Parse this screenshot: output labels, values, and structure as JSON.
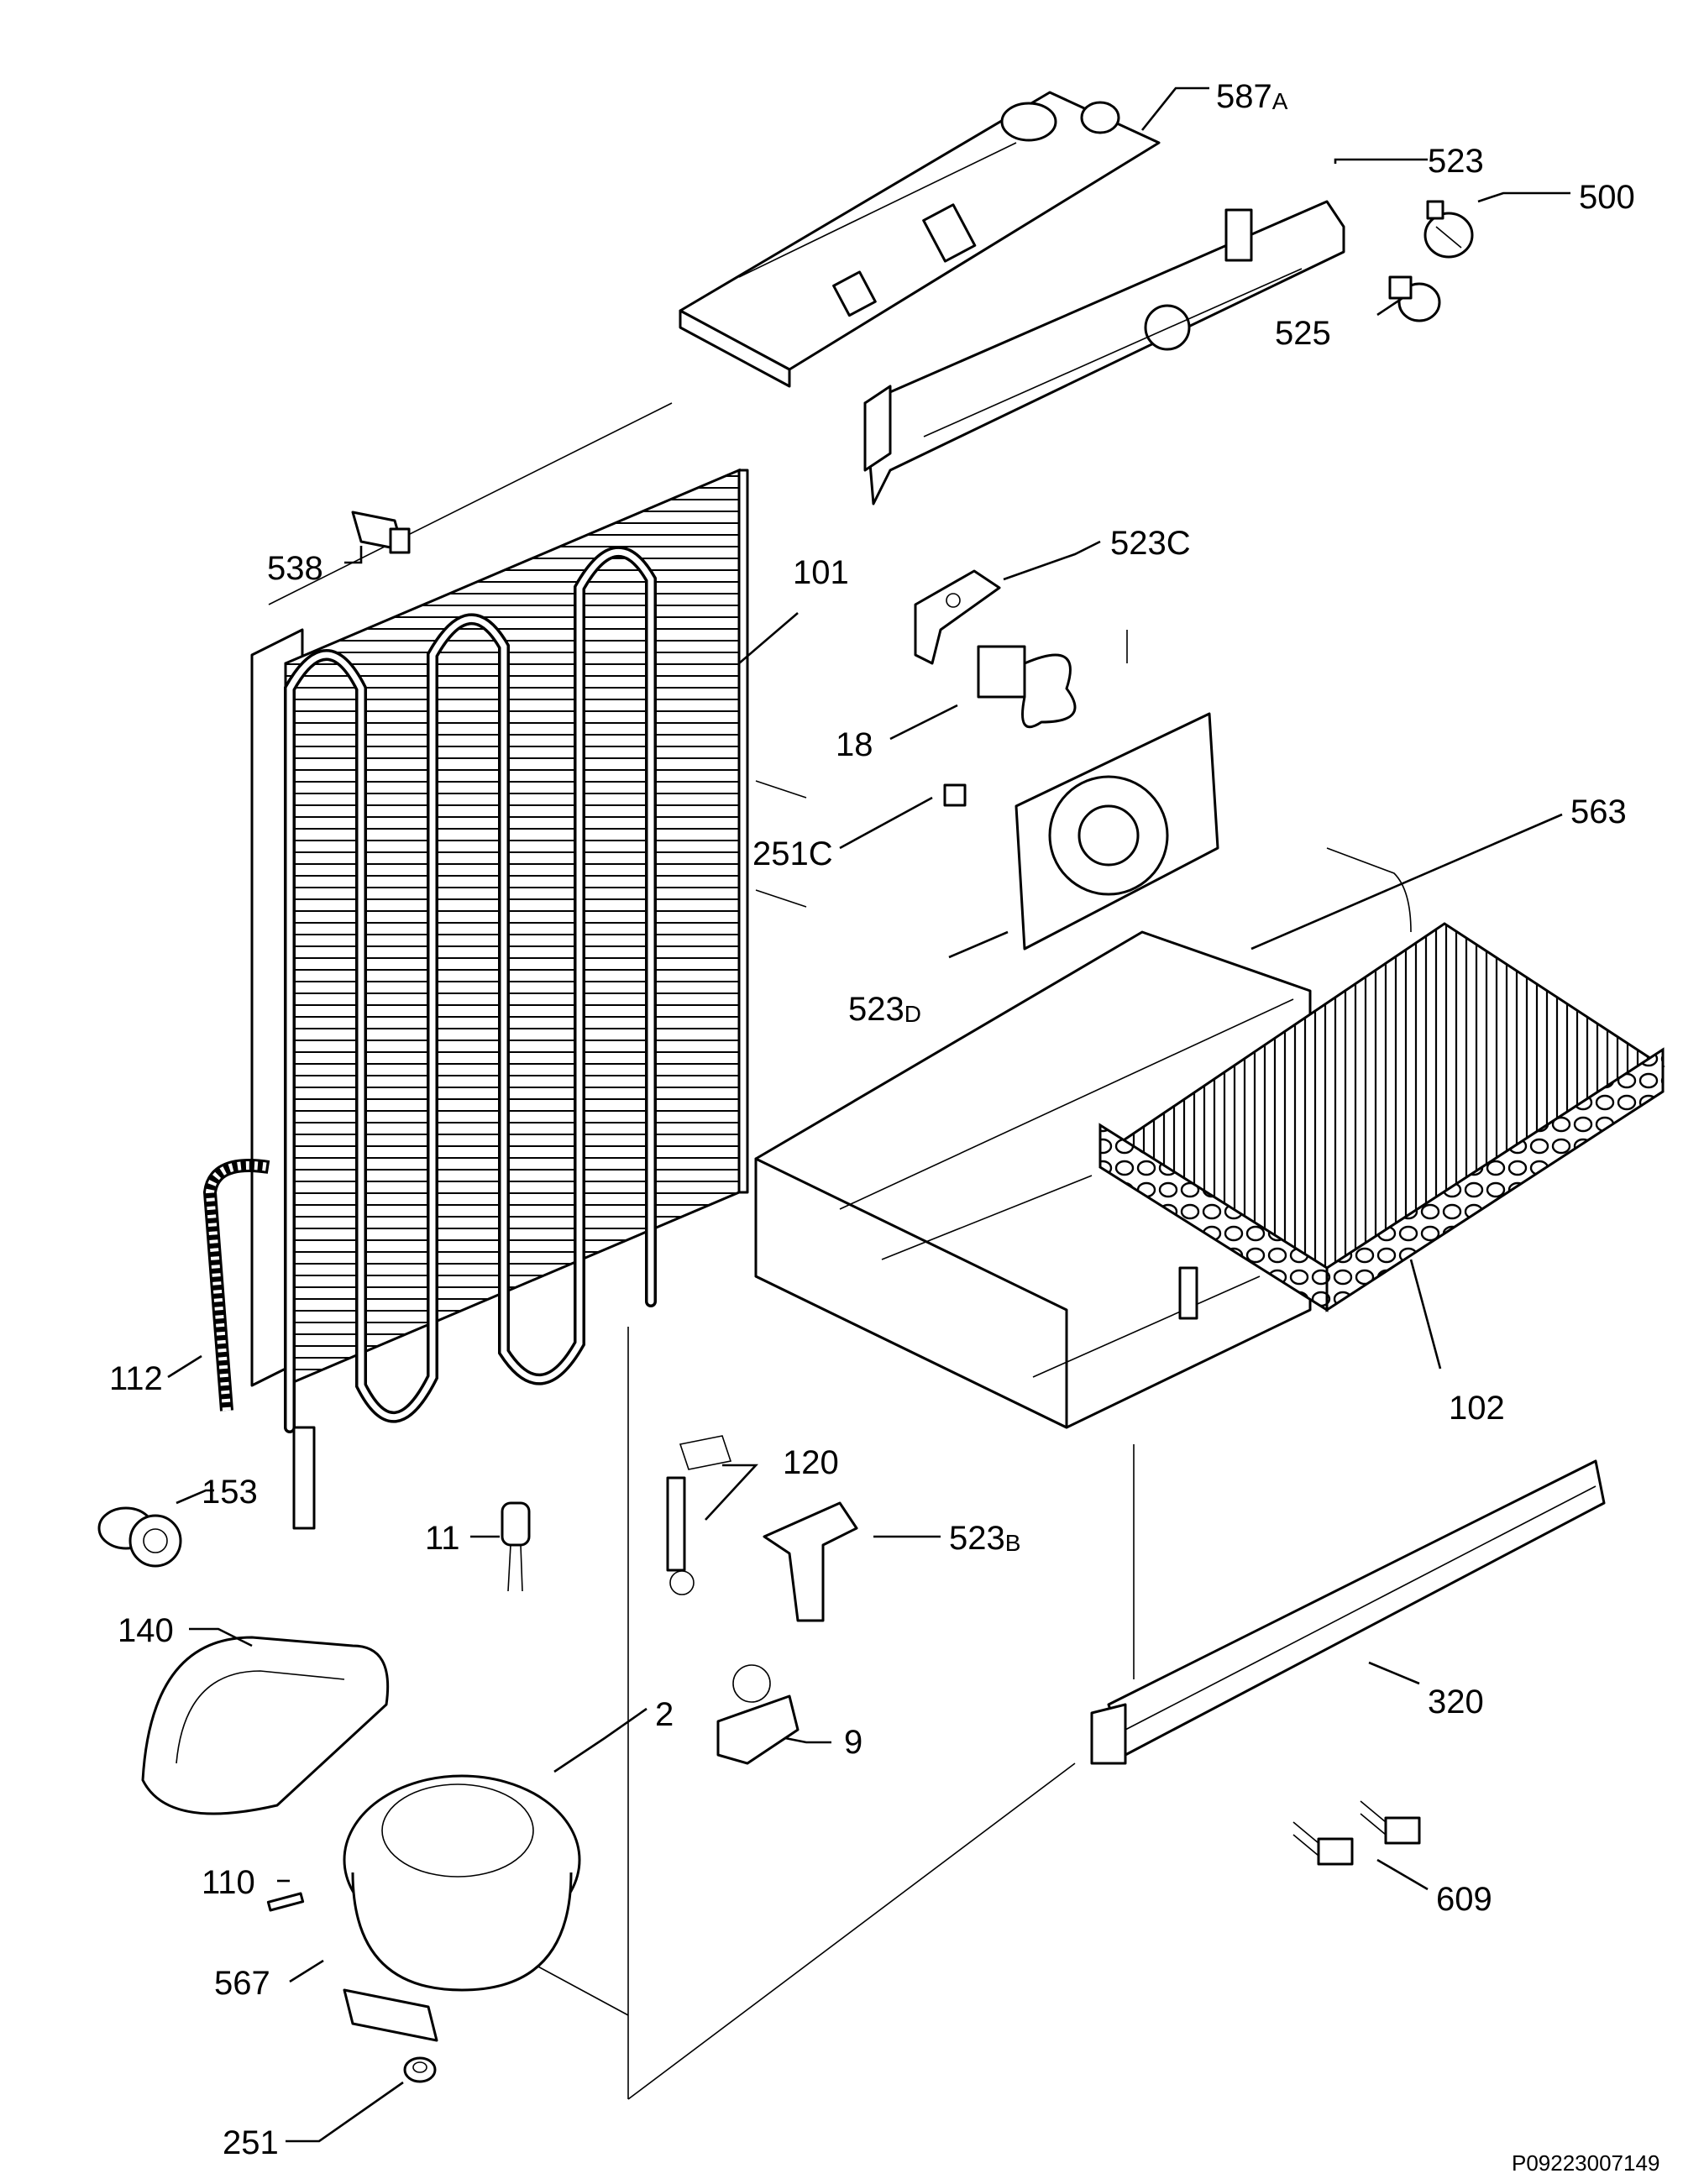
{
  "diagram": {
    "image_code": "P09223007149",
    "parts": [
      {
        "key": "p587a",
        "number": "587",
        "suffix": "A"
      },
      {
        "key": "p523",
        "number": "523",
        "suffix": ""
      },
      {
        "key": "p500",
        "number": "500",
        "suffix": ""
      },
      {
        "key": "p525",
        "number": "525",
        "suffix": ""
      },
      {
        "key": "p538",
        "number": "538",
        "suffix": ""
      },
      {
        "key": "p101",
        "number": "101",
        "suffix": ""
      },
      {
        "key": "p523c",
        "number": "523",
        "suffix": "C"
      },
      {
        "key": "p18",
        "number": "18",
        "suffix": ""
      },
      {
        "key": "p251c",
        "number": "251C",
        "suffix": ""
      },
      {
        "key": "p563",
        "number": "563",
        "suffix": ""
      },
      {
        "key": "p523d",
        "number": "523",
        "suffix": "D"
      },
      {
        "key": "p102",
        "number": "102",
        "suffix": ""
      },
      {
        "key": "p112",
        "number": "112",
        "suffix": ""
      },
      {
        "key": "p153",
        "number": "153",
        "suffix": ""
      },
      {
        "key": "p11",
        "number": "11",
        "suffix": ""
      },
      {
        "key": "p120",
        "number": "120",
        "suffix": ""
      },
      {
        "key": "p523b",
        "number": "523",
        "suffix": "B"
      },
      {
        "key": "p140",
        "number": "140",
        "suffix": ""
      },
      {
        "key": "p2",
        "number": "2",
        "suffix": ""
      },
      {
        "key": "p9",
        "number": "9",
        "suffix": ""
      },
      {
        "key": "p320",
        "number": "320",
        "suffix": ""
      },
      {
        "key": "p110",
        "number": "110",
        "suffix": ""
      },
      {
        "key": "p567",
        "number": "567",
        "suffix": ""
      },
      {
        "key": "p609",
        "number": "609",
        "suffix": ""
      },
      {
        "key": "p251",
        "number": "251",
        "suffix": ""
      }
    ]
  }
}
